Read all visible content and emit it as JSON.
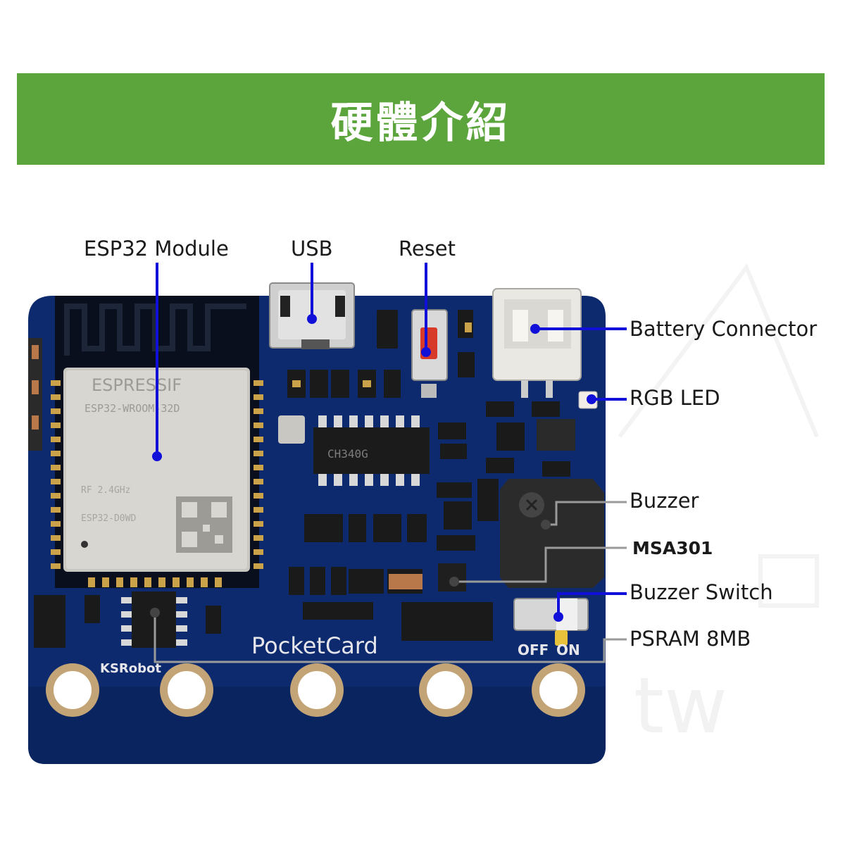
{
  "header": {
    "title": "硬體介紹",
    "banner_color": "#5ba53c"
  },
  "board": {
    "silkscreen_name": "PocketCard",
    "brand_mark": "KSRobot",
    "switch_off": "OFF",
    "switch_on": "ON",
    "board_color": "#0d2a6e"
  },
  "labels": {
    "esp32": "ESP32 Module",
    "usb": "USB",
    "reset": "Reset",
    "battery": "Battery Connector",
    "rgb_led": "RGB LED",
    "buzzer": "Buzzer",
    "msa301": "MSA301",
    "buzzer_switch": "Buzzer Switch",
    "psram": "PSRAM 8MB"
  },
  "colors": {
    "leader_blue": "#1010d8",
    "leader_gray": "#9a9a9a"
  }
}
